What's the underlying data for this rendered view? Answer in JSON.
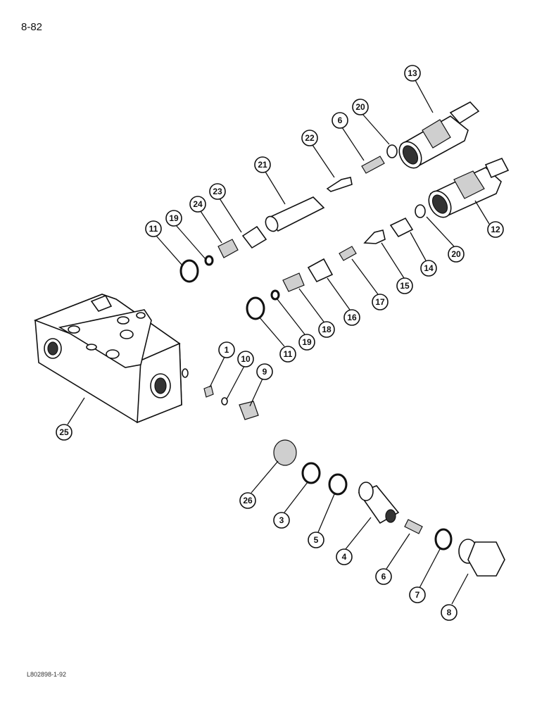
{
  "page": {
    "page_number": "8-82",
    "figure_code": "L802898-1-92"
  },
  "callouts": [
    "13",
    "20",
    "6",
    "22",
    "21",
    "23",
    "24",
    "19",
    "11",
    "12",
    "20",
    "14",
    "15",
    "17",
    "16",
    "18",
    "19",
    "11",
    "25",
    "1",
    "10",
    "9",
    "26",
    "3",
    "5",
    "4",
    "6",
    "7",
    "8"
  ],
  "parts": [
    "valve-body",
    "cartridge-13",
    "cartridge-12",
    "washer-20-top",
    "spring-6-top",
    "pin-22",
    "sleeve-21",
    "spool-23",
    "plunger-24",
    "oring-19-top",
    "oring-11-top",
    "washer-20-mid",
    "cap-14",
    "pin-15",
    "spring-17",
    "spool-16",
    "plunger-18",
    "oring-19-mid",
    "oring-11-mid",
    "spring-1",
    "ball-10",
    "screw-9",
    "plug-26",
    "oring-3",
    "oring-5",
    "piston-4",
    "spring-6-bottom",
    "oring-7",
    "plug-8"
  ]
}
